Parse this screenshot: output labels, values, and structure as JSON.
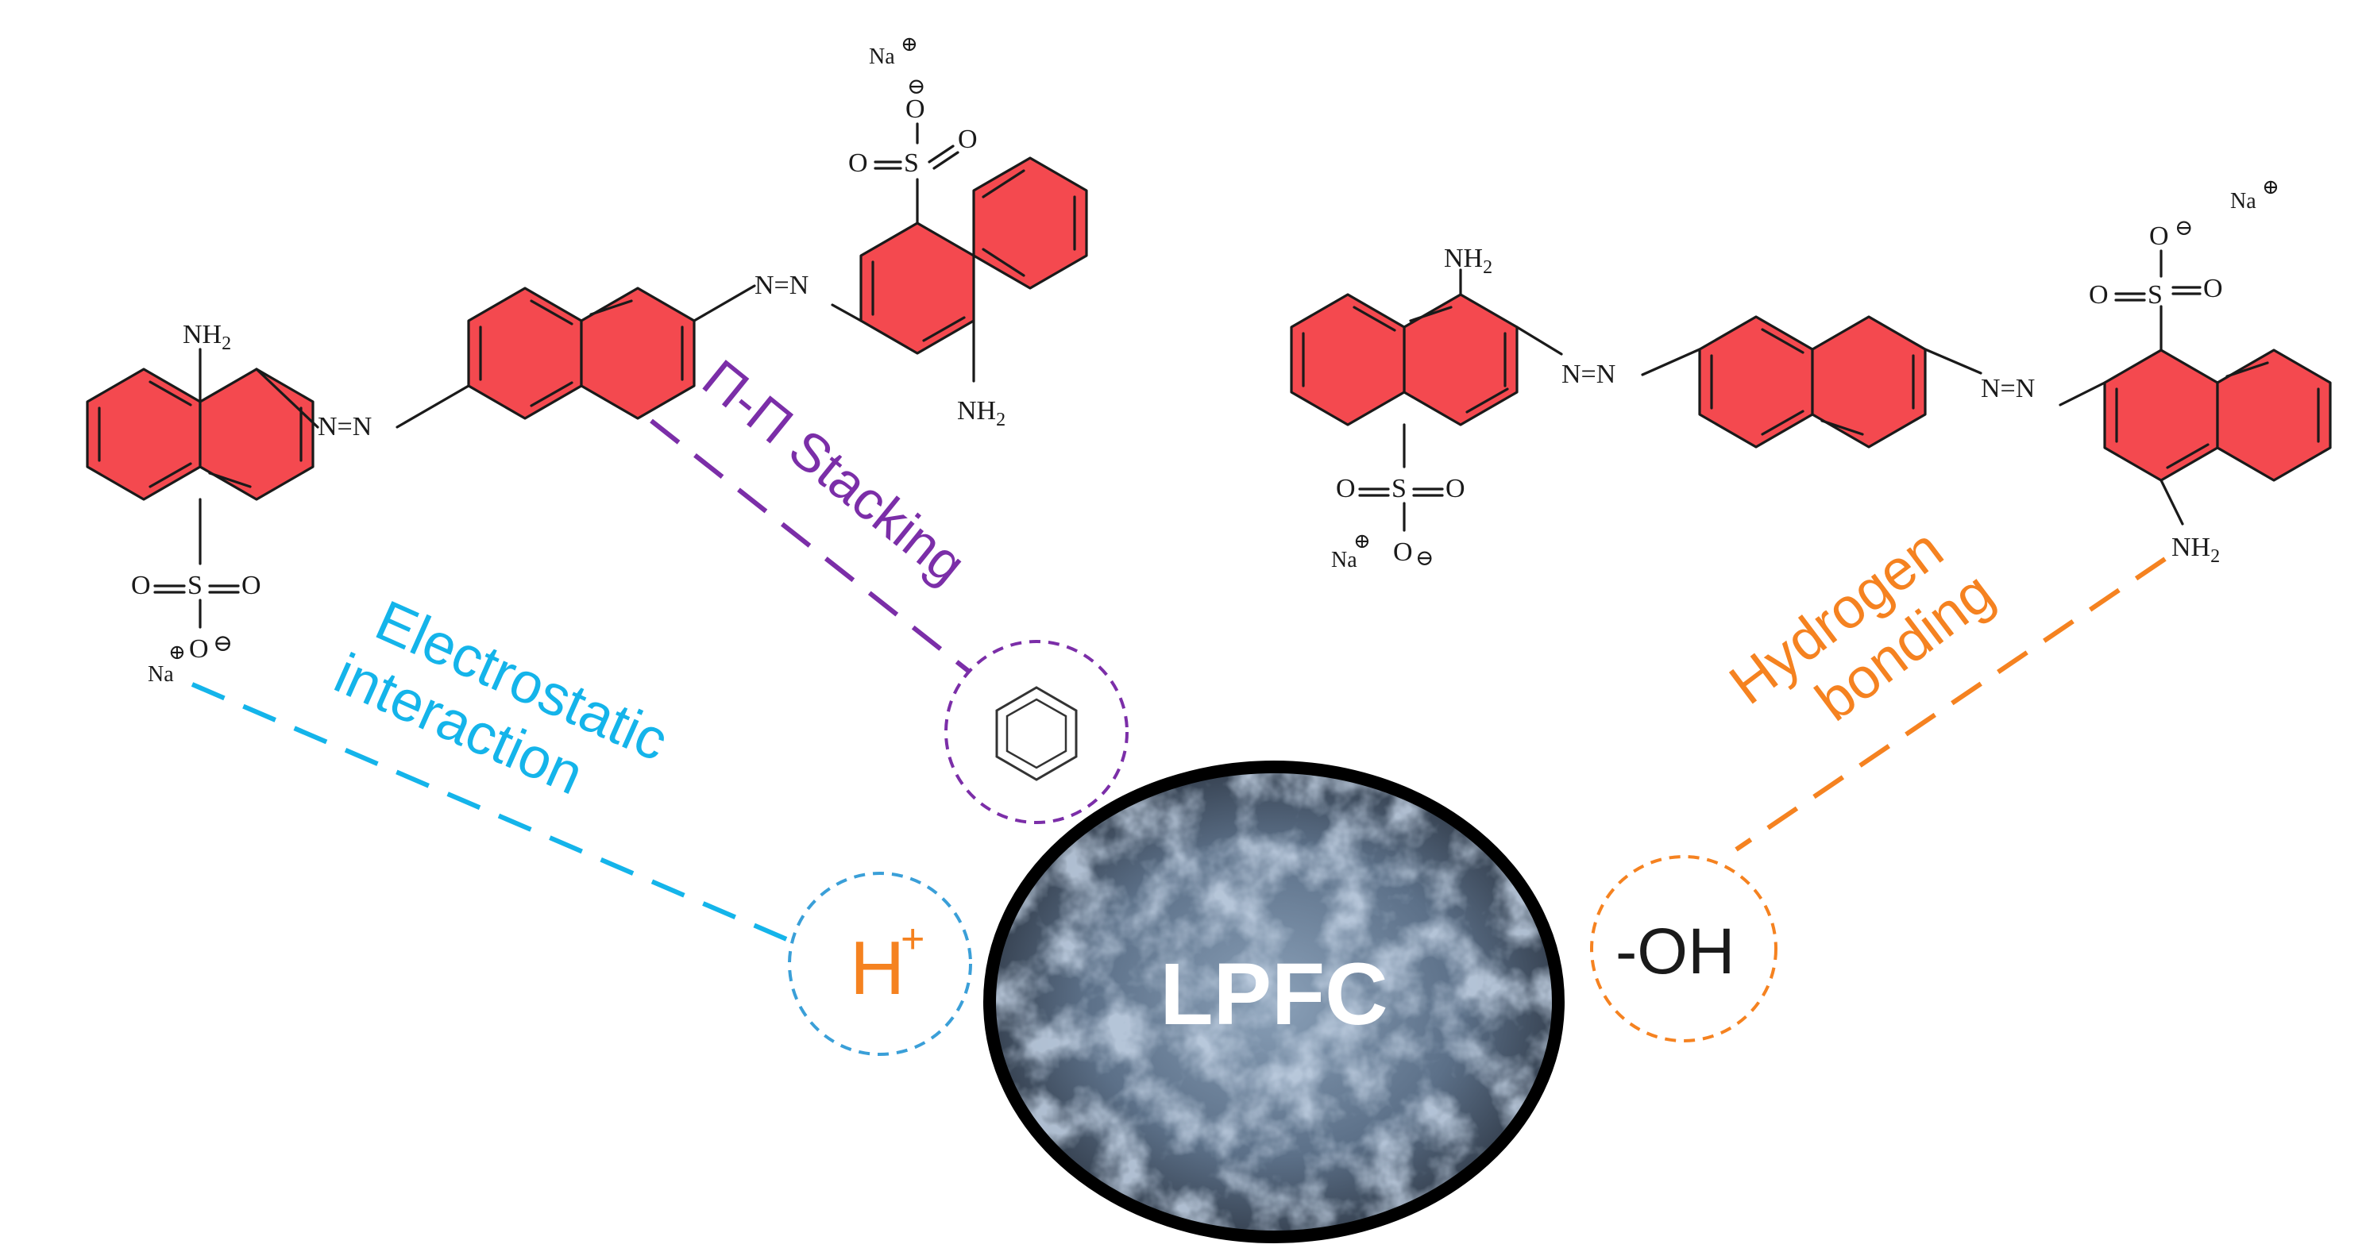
{
  "interactions": {
    "pi_stacking": "Π-Π Stacking",
    "electrostatic_line1": "Electrostatic",
    "electrostatic_line2": "interaction",
    "hbond_line1": "Hydrogen",
    "hbond_line2": "bonding"
  },
  "sites": {
    "proton": "H",
    "proton_charge": "+",
    "hydroxyl": "-OH"
  },
  "adsorbent": {
    "label": "LPFC"
  },
  "molecule_labels": {
    "amine": "NH",
    "amine_sub": "2",
    "azo": "N=N",
    "sulfonate_o": "O",
    "sulfur": "S",
    "sodium": "Na",
    "plus": "⊕",
    "minus": "⊖"
  },
  "colors": {
    "ring_fill": "#f4494f",
    "electrostatic": "#14b4ea",
    "pi_stacking": "#7b2ea8",
    "hydrogen_bonding": "#f58220",
    "proton_circle": "#3a9fd8",
    "adsorbent_text": "#ffffff"
  }
}
